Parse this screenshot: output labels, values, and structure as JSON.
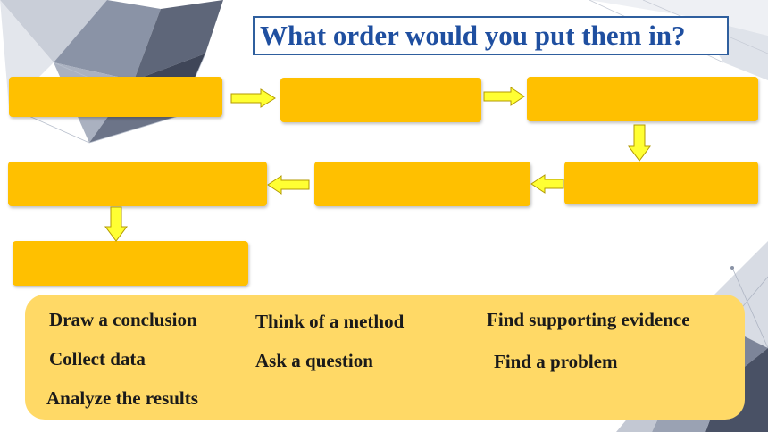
{
  "title": "What order would you put them in?",
  "colors": {
    "step_fill": "#ffc000",
    "arrow_fill": "#ffff33",
    "options_bg": "#ffd966",
    "title_color": "#1f4fa0",
    "title_border": "#2f5f9e"
  },
  "step_boxes": [
    "",
    "",
    "",
    "",
    "",
    "",
    ""
  ],
  "arrow_directions": [
    "right",
    "right",
    "down",
    "left",
    "left",
    "down"
  ],
  "options": [
    "Draw a conclusion",
    "Think of a method",
    "Find supporting evidence",
    "Collect data",
    "Ask a question",
    "Find a problem",
    "Analyze the results"
  ],
  "decorations": [
    "geometric-mesh-top-left",
    "geometric-mesh-top-right",
    "geometric-mesh-bottom-right"
  ]
}
